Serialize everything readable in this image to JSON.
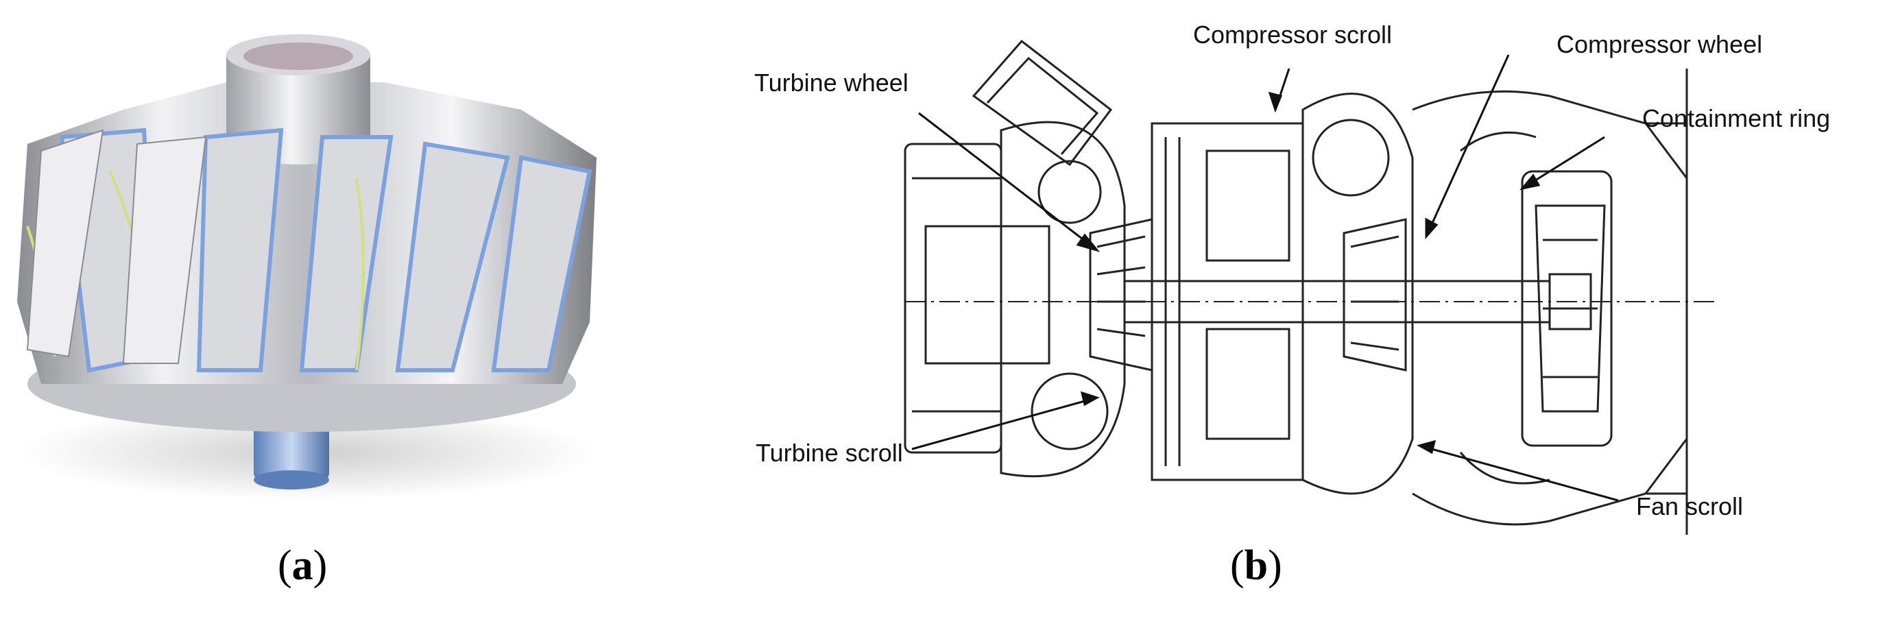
{
  "panel_a": {
    "caption_open": "(",
    "caption_letter": "a",
    "caption_close": ")"
  },
  "panel_b": {
    "caption_open": "(",
    "caption_letter": "b",
    "caption_close": ")",
    "labels": {
      "turbine_wheel": "Turbine wheel",
      "compressor_scroll": "Compressor scroll",
      "compressor_wheel": "Compressor wheel",
      "containment_ring": "Containment ring",
      "turbine_scroll": "Turbine scroll",
      "fan_scroll": "Fan scroll"
    }
  },
  "colors": {
    "metal_light": "#e8e8ea",
    "metal_dark": "#7d7f84",
    "blade_edge_blue": "#7aa2e0",
    "blade_edge_yellow": "#d4e07a",
    "line_art": "#222222"
  }
}
